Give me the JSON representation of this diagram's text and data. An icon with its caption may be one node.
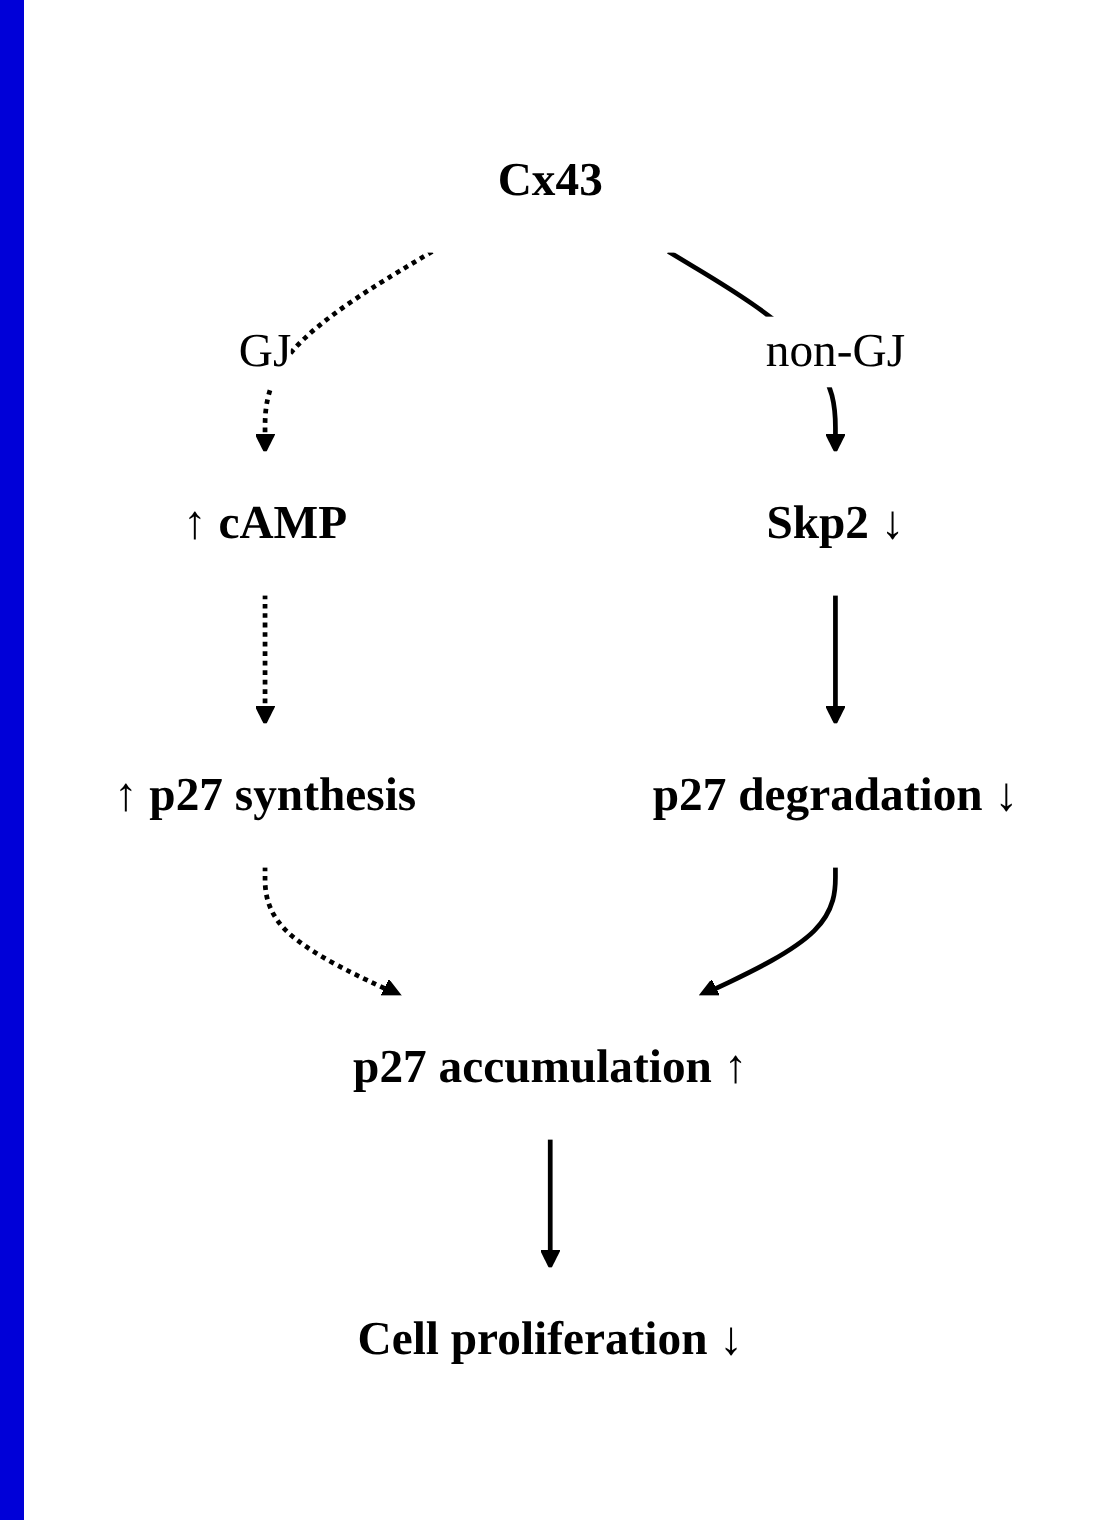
{
  "diagram": {
    "nodes": [
      {
        "text": [
          "Cx43"
        ]
      },
      {
        "text": [
          "↑ cAMP"
        ]
      },
      {
        "text": [
          "Skp2 ↓"
        ]
      },
      {
        "text": [
          "↑ p27 synthesis"
        ]
      },
      {
        "text": [
          "p27 degradation ↓"
        ]
      },
      {
        "text": [
          "p27 accumulation ↑"
        ]
      },
      {
        "text": [
          "Cell proliferation ↓"
        ]
      }
    ],
    "edges": [
      {
        "from": 0,
        "to": 1,
        "arrow": "to",
        "label": "GJ",
        "style": "dashed"
      },
      {
        "from": 0,
        "to": 2,
        "arrow": "to",
        "label": "non-GJ"
      },
      {
        "from": 1,
        "to": 3,
        "arrow": "to",
        "style": "dashed"
      },
      {
        "from": 2,
        "to": 4,
        "arrow": "to"
      },
      {
        "from": 3,
        "to": 5,
        "arrow": "to",
        "style": "dashed"
      },
      {
        "from": 4,
        "to": 5,
        "arrow": "to"
      },
      {
        "from": 5,
        "to": 6,
        "arrow": "to"
      }
    ]
  }
}
